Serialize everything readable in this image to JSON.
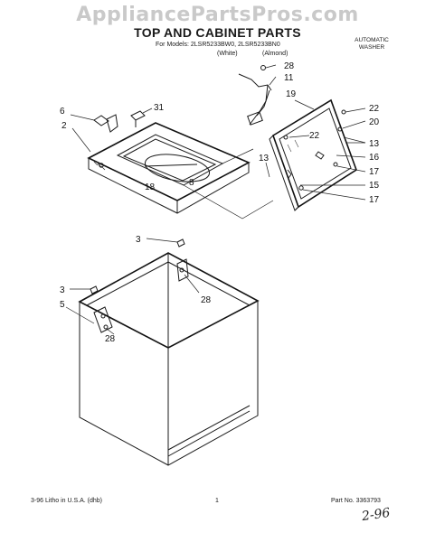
{
  "watermark": "AppliancePartsPros.com",
  "title": "TOP AND CABINET PARTS",
  "models_line": "For Models: 2LSR5233BW0, 2LSR5233BN0",
  "color_white": "(White)",
  "color_almond": "(Almond)",
  "washer_line1": "AUTOMATIC",
  "washer_line2": "WASHER",
  "footer_left": "3-96 Litho in U.S.A. (dhb)",
  "footer_page": "1",
  "footer_part": "Part No. 3363793",
  "handwritten": "2-96",
  "callouts": {
    "c28_top": "28",
    "c11": "11",
    "c19": "19",
    "c22a": "22",
    "c20": "20",
    "c22b": "22",
    "c13a": "13",
    "c16": "16",
    "c17a": "17",
    "c15": "15",
    "c17b": "17",
    "c13b": "13",
    "c6": "6",
    "c31": "31",
    "c2": "2",
    "c8": "8",
    "c18": "18",
    "c3a": "3",
    "c28_mid": "28",
    "c3b": "3",
    "c5": "5",
    "c28_low": "28"
  }
}
